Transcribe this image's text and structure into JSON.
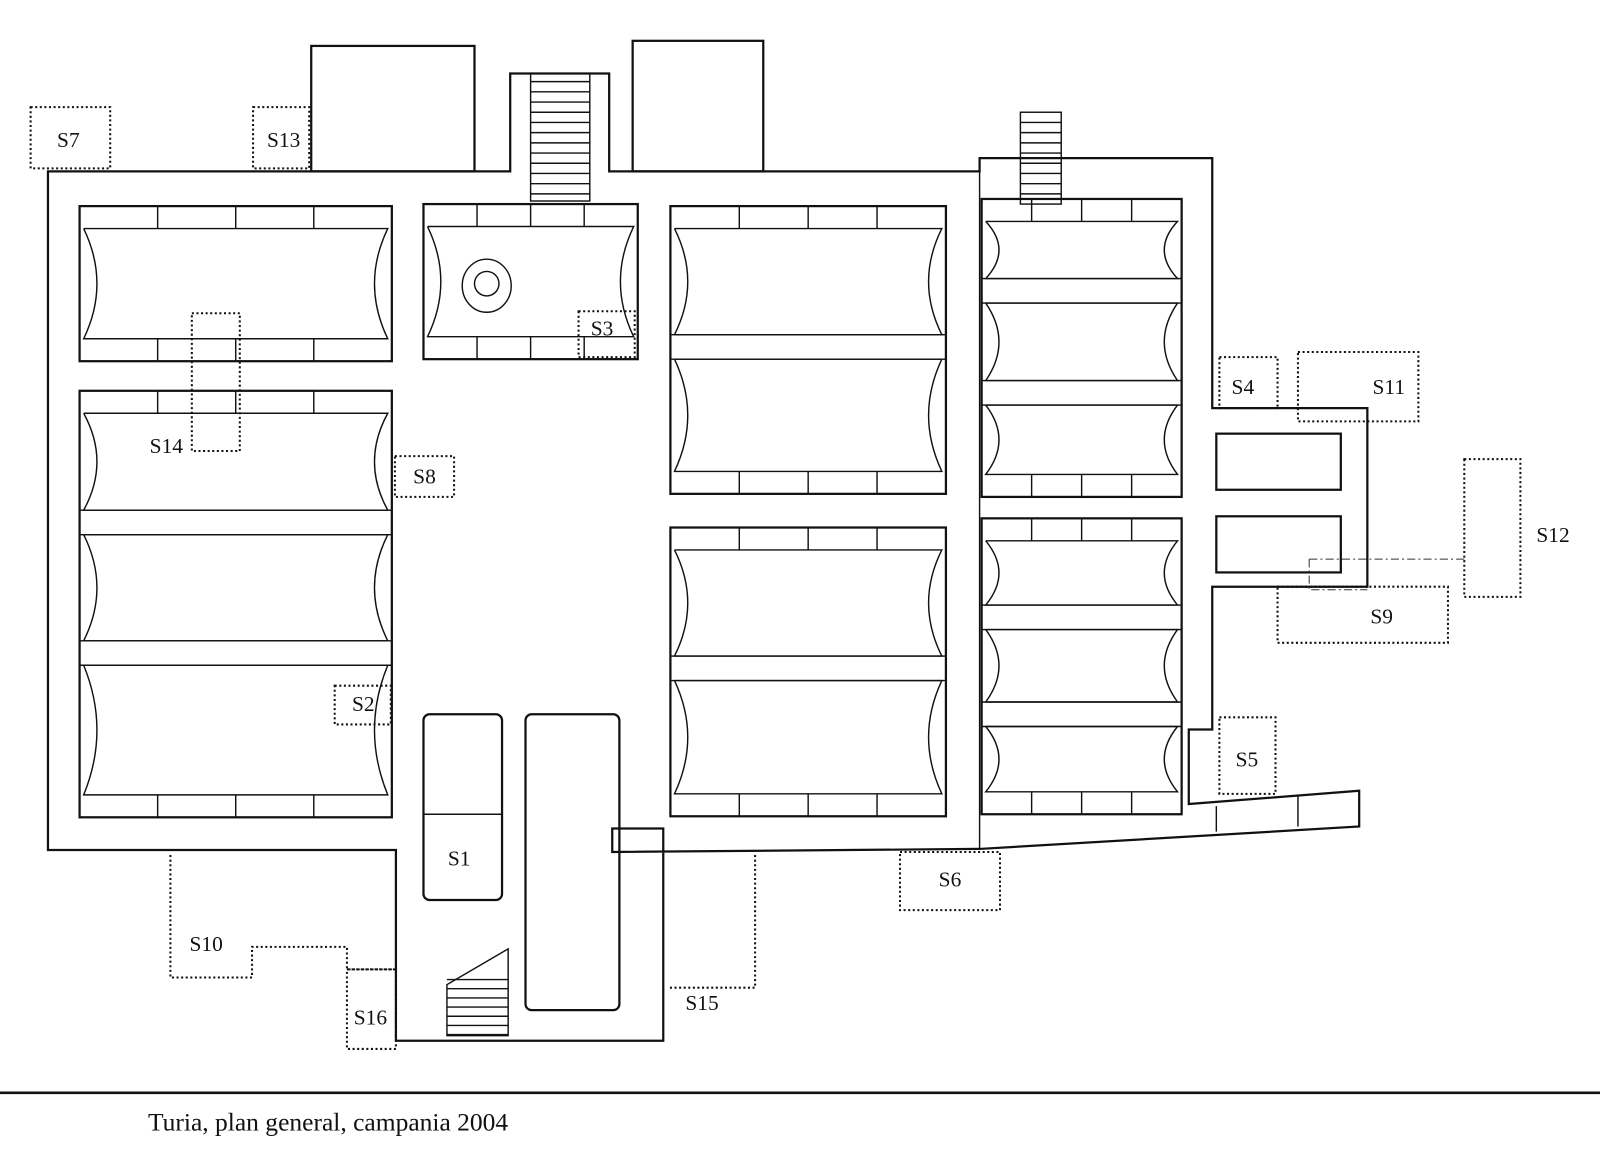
{
  "caption": "Turia, plan general, campania 2004",
  "sondages": {
    "s1": "S1",
    "s2": "S2",
    "s3": "S3",
    "s4": "S4",
    "s5": "S5",
    "s6": "S6",
    "s7": "S7",
    "s8": "S8",
    "s9": "S9",
    "s10": "S10",
    "s11": "S11",
    "s12": "S12",
    "s13": "S13",
    "s14": "S14",
    "s15": "S15",
    "s16": "S16"
  }
}
